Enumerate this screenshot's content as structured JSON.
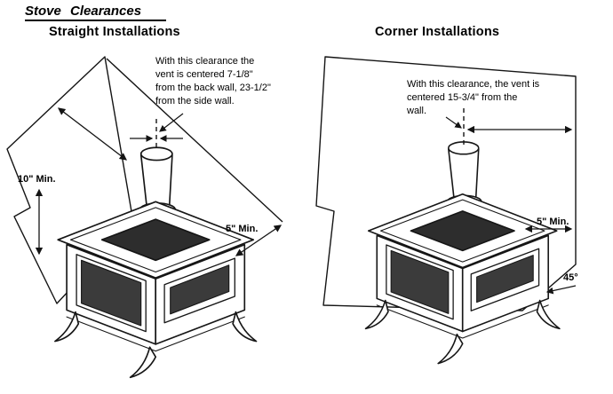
{
  "page": {
    "title": "Stove Clearances"
  },
  "straight": {
    "heading": "Straight Installations",
    "note_lines": [
      "With this clearance the",
      "vent is centered 7-1/8\"",
      "from the back wall, 23-1/2\"",
      "from the side wall."
    ],
    "back_wall_clearance_label": "10\" Min.",
    "side_wall_clearance_label": "5\" Min."
  },
  "corner": {
    "heading": "Corner Installations",
    "note_lines": [
      "With this clearance, the vent is",
      "centered 15-3/4\" from the",
      "wall."
    ],
    "side_clearance_label": "5\" Min.",
    "wall_angle_label": "45°"
  }
}
